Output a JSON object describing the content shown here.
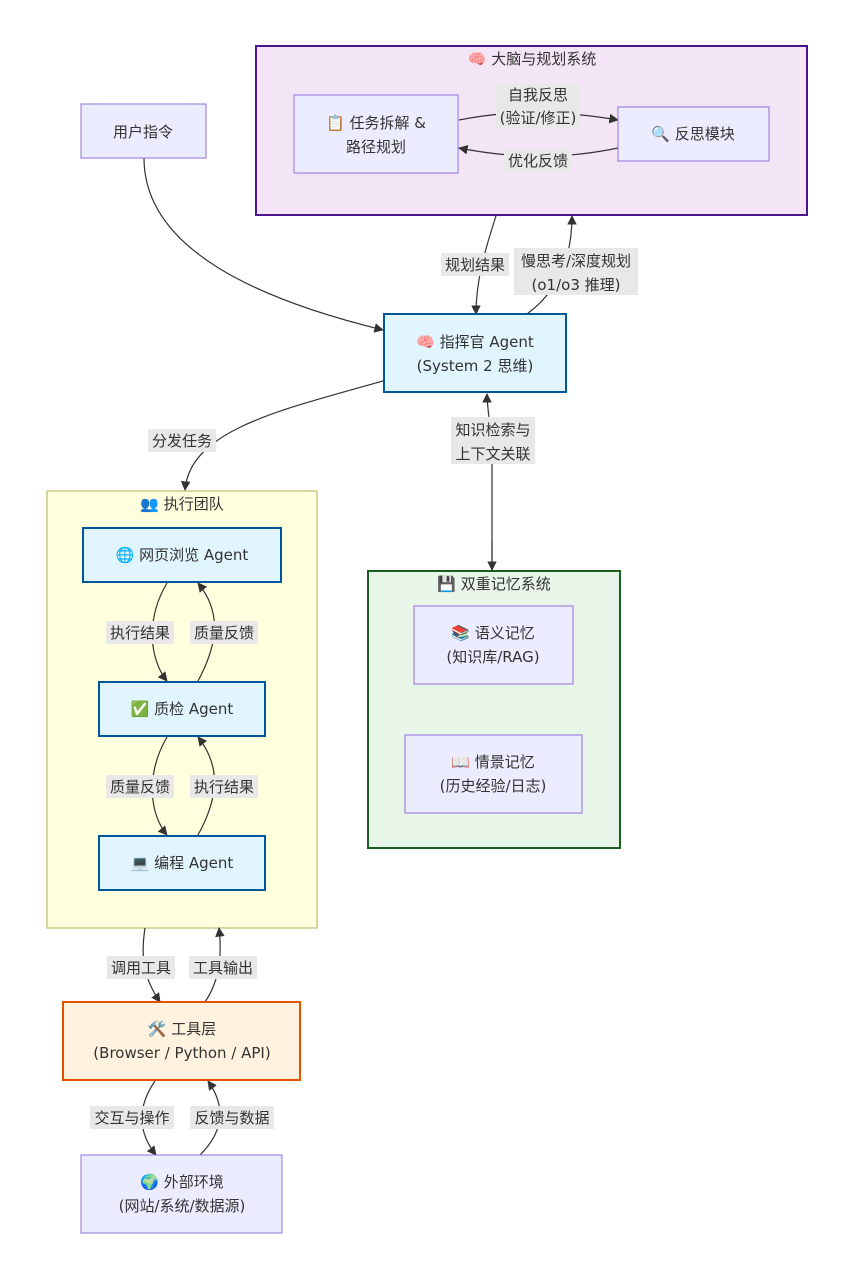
{
  "clusters": {
    "brain": {
      "title": "🧠 大脑与规划系统",
      "fill": "#f3e5f5",
      "stroke": "#4a148c"
    },
    "team": {
      "title": "👥 执行团队",
      "fill": "#ffffde",
      "stroke": "#c8c88a"
    },
    "memory": {
      "title": "💾 双重记忆系统",
      "fill": "#e8f5e9",
      "stroke": "#1b5e20"
    }
  },
  "nodes": {
    "user_command": {
      "line1": "用户指令"
    },
    "task_decompose": {
      "line1": "📋 任务拆解 &",
      "line2": "路径规划"
    },
    "reflection": {
      "line1": "🔍 反思模块"
    },
    "commander": {
      "line1": "🧠 指挥官 Agent",
      "line2": "(System 2 思维)"
    },
    "web_agent": {
      "line1": "🌐 网页浏览 Agent"
    },
    "qa_agent": {
      "line1": "✅ 质检 Agent"
    },
    "code_agent": {
      "line1": "💻 编程 Agent"
    },
    "semantic_memory": {
      "line1": "📚 语义记忆",
      "line2": "(知识库/RAG)"
    },
    "episodic_memory": {
      "line1": "📖 情景记忆",
      "line2": "(历史经验/日志)"
    },
    "tool_layer": {
      "line1": "🛠️ 工具层",
      "line2": "(Browser / Python / API)"
    },
    "external_env": {
      "line1": "🌍 外部环境",
      "line2": "(网站/系统/数据源)"
    }
  },
  "edges": {
    "self_reflect": {
      "line1": "自我反思",
      "line2": "(验证/修正)"
    },
    "optimize_feedback": {
      "line1": "优化反馈"
    },
    "plan_result": {
      "line1": "规划结果"
    },
    "slow_think": {
      "line1": "慢思考/深度规划",
      "line2": "(o1/o3 推理)"
    },
    "dispatch": {
      "line1": "分发任务"
    },
    "knowledge": {
      "line1": "知识检索与",
      "line2": "上下文关联"
    },
    "web_exec_result": {
      "line1": "执行结果"
    },
    "web_quality_fb": {
      "line1": "质量反馈"
    },
    "code_quality_fb": {
      "line1": "质量反馈"
    },
    "code_exec_result": {
      "line1": "执行结果"
    },
    "call_tool": {
      "line1": "调用工具"
    },
    "tool_output": {
      "line1": "工具输出"
    },
    "interact": {
      "line1": "交互与操作"
    },
    "feedback_data": {
      "line1": "反馈与数据"
    }
  },
  "colors": {
    "default_node_fill": "#ececff",
    "default_node_stroke": "#9370db",
    "agent_fill": "#e1f5fe",
    "agent_stroke": "#01579b",
    "tool_fill": "#fff3e0",
    "tool_stroke": "#e65100",
    "edge": "#333333",
    "edge_label_bg": "#e8e8e8"
  }
}
